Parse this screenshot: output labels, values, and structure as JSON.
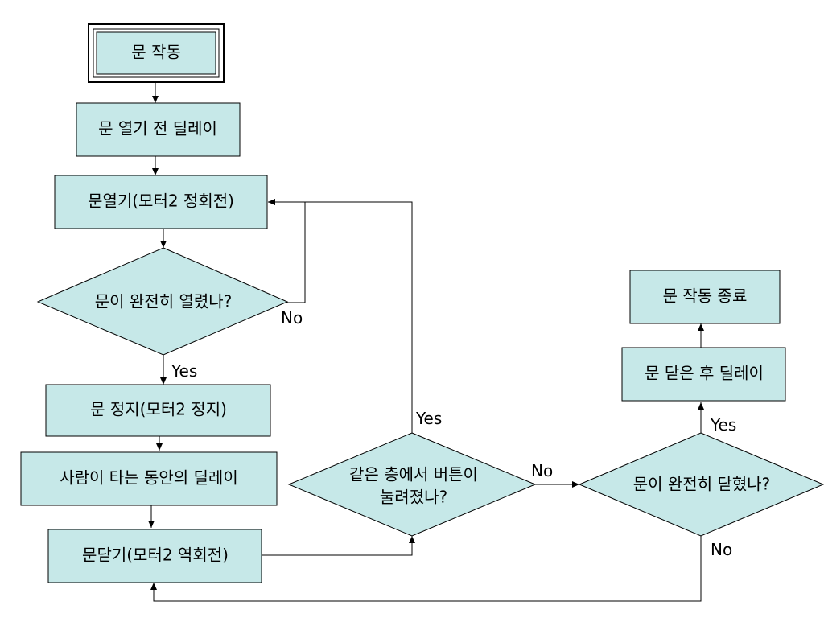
{
  "colors": {
    "node_fill": "#c6e8e8",
    "stroke": "#000000",
    "background": "#ffffff"
  },
  "nodes": {
    "start": "문 작동",
    "delay_before_open": "문 열기 전 딜레이",
    "open_door": "문열기(모터2 정회전)",
    "fully_open_q": "문이 완전히 열렸나?",
    "stop_door": "문 정지(모터2 정지)",
    "boarding_delay": "사람이 타는 동안의 딜레이",
    "close_door": "문닫기(모터2 역회전)",
    "button_pressed_q_line1": "같은 층에서 버튼이",
    "button_pressed_q_line2": "눌려졌나?",
    "fully_closed_q": "문이 완전히 닫혔나?",
    "delay_after_close": "문 닫은 후 딜레이",
    "end": "문 작동 종료"
  },
  "edge_labels": {
    "open_no": "No",
    "open_yes": "Yes",
    "button_yes": "Yes",
    "button_no": "No",
    "closed_yes": "Yes",
    "closed_no": "No"
  }
}
